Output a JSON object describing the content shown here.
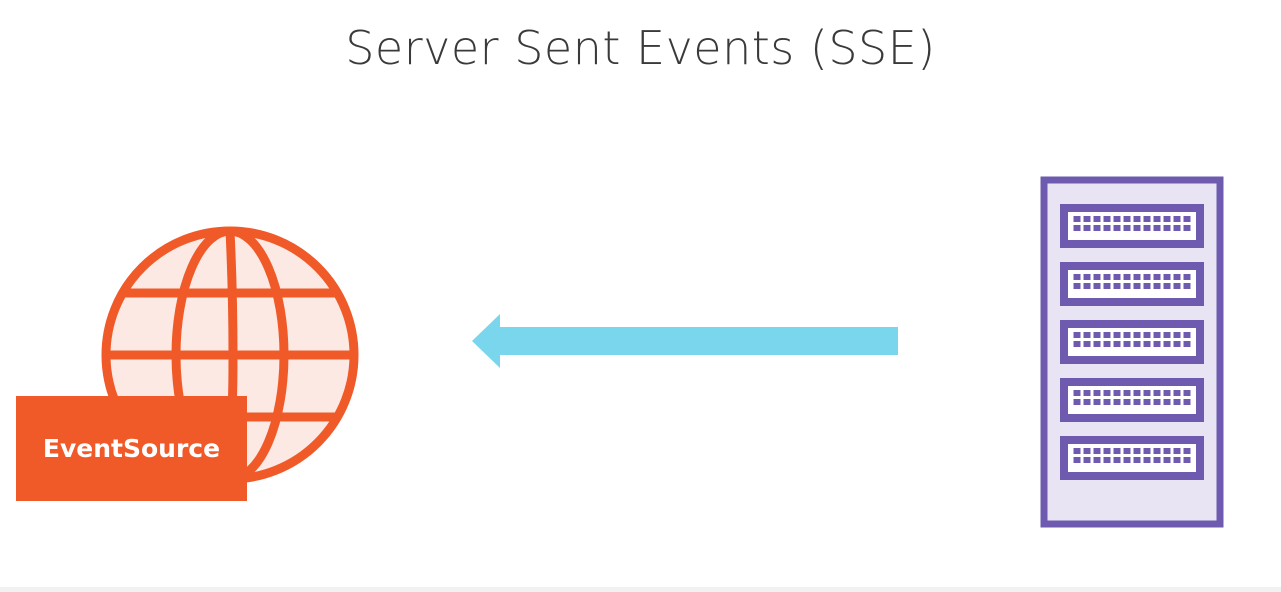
{
  "slide": {
    "title": "Server Sent Events (SSE)"
  },
  "client": {
    "icon": "globe-icon",
    "label": "EventSource",
    "color": "#f05a28",
    "fill": "#fde9e4"
  },
  "connection": {
    "icon": "arrow-left-icon",
    "direction": "server-to-client",
    "color": "#79d6ec"
  },
  "server": {
    "icon": "server-rack-icon",
    "color": "#6e5bb0",
    "fill": "#e8e4f3",
    "units": 5
  }
}
